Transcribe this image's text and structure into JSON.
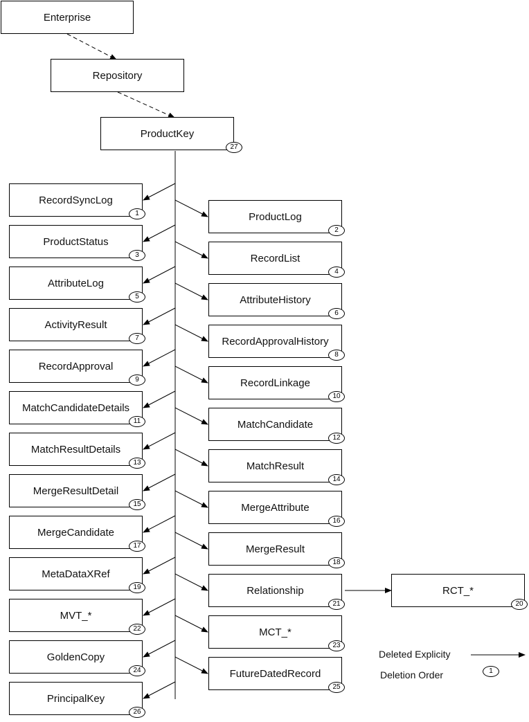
{
  "top": {
    "enterprise": "Enterprise",
    "repository": "Repository",
    "productkey": {
      "label": "ProductKey",
      "order": "27"
    }
  },
  "left_entities": [
    {
      "label": "RecordSyncLog",
      "order": "1"
    },
    {
      "label": "ProductStatus",
      "order": "3"
    },
    {
      "label": "AttributeLog",
      "order": "5"
    },
    {
      "label": "ActivityResult",
      "order": "7"
    },
    {
      "label": "RecordApproval",
      "order": "9"
    },
    {
      "label": "MatchCandidateDetails",
      "order": "11"
    },
    {
      "label": "MatchResultDetails",
      "order": "13"
    },
    {
      "label": "MergeResultDetail",
      "order": "15"
    },
    {
      "label": "MergeCandidate",
      "order": "17"
    },
    {
      "label": "MetaDataXRef",
      "order": "19"
    },
    {
      "label": "MVT_*",
      "order": "22"
    },
    {
      "label": "GoldenCopy",
      "order": "24"
    },
    {
      "label": "PrincipalKey",
      "order": "26"
    }
  ],
  "right_entities": [
    {
      "label": "ProductLog",
      "order": "2"
    },
    {
      "label": "RecordList",
      "order": "4"
    },
    {
      "label": "AttributeHistory",
      "order": "6"
    },
    {
      "label": "RecordApprovalHistory",
      "order": "8"
    },
    {
      "label": "RecordLinkage",
      "order": "10"
    },
    {
      "label": "MatchCandidate",
      "order": "12"
    },
    {
      "label": "MatchResult",
      "order": "14"
    },
    {
      "label": "MergeAttribute",
      "order": "16"
    },
    {
      "label": "MergeResult",
      "order": "18"
    },
    {
      "label": "Relationship",
      "order": "21"
    },
    {
      "label": "MCT_*",
      "order": "23"
    },
    {
      "label": "FutureDatedRecord",
      "order": "25"
    }
  ],
  "rct": {
    "label": "RCT_*",
    "order": "20"
  },
  "legend": {
    "deleted_explicitly": "Deleted Explicity",
    "deletion_order": "Deletion Order",
    "sample_order": "1"
  }
}
